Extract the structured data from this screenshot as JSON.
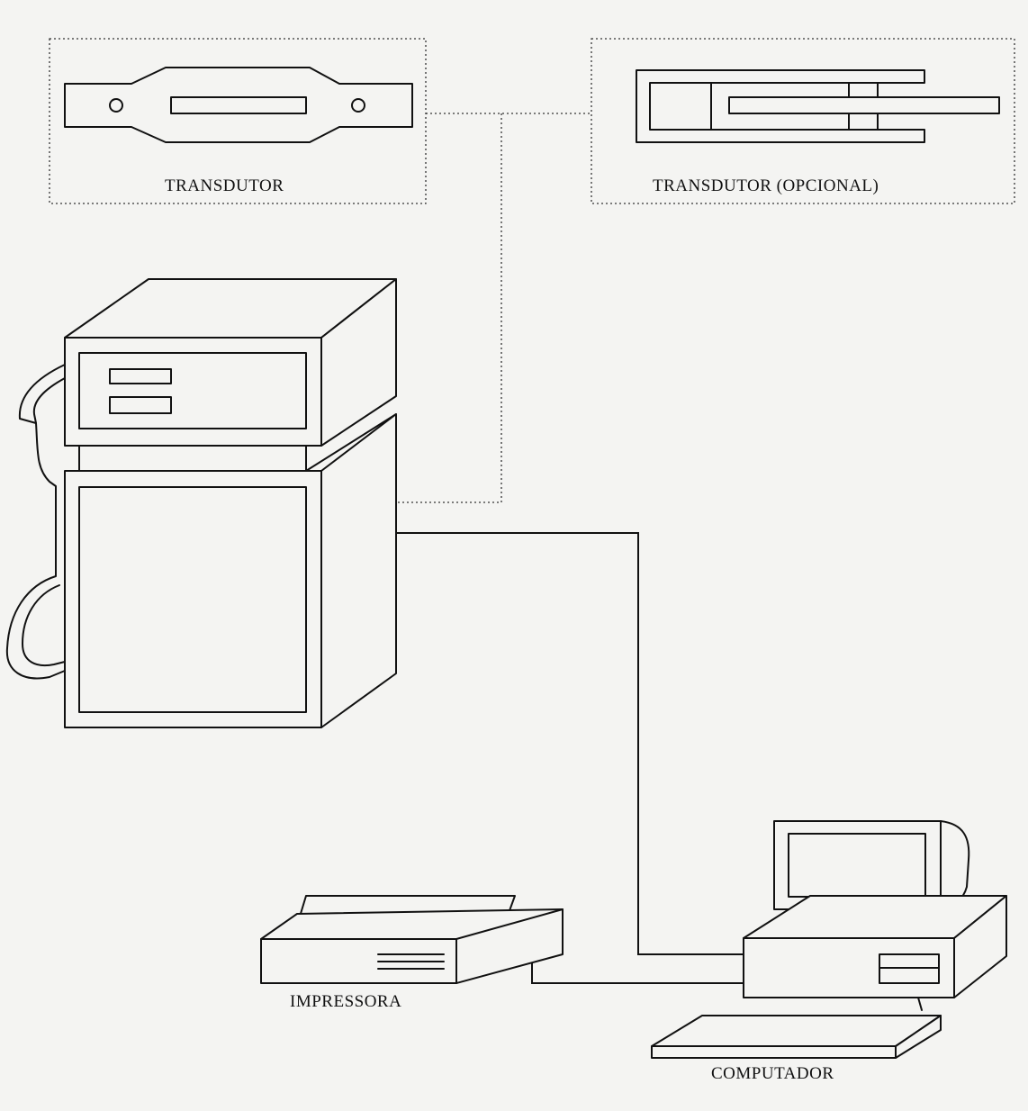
{
  "labels": {
    "transducer": "TRANSDUTOR",
    "transducer_optional": "TRANSDUTOR (OPCIONAL)",
    "printer": "IMPRESSORA",
    "computer": "COMPUTADOR"
  },
  "colors": {
    "ink": "#111111",
    "paper": "#f4f4f2"
  }
}
